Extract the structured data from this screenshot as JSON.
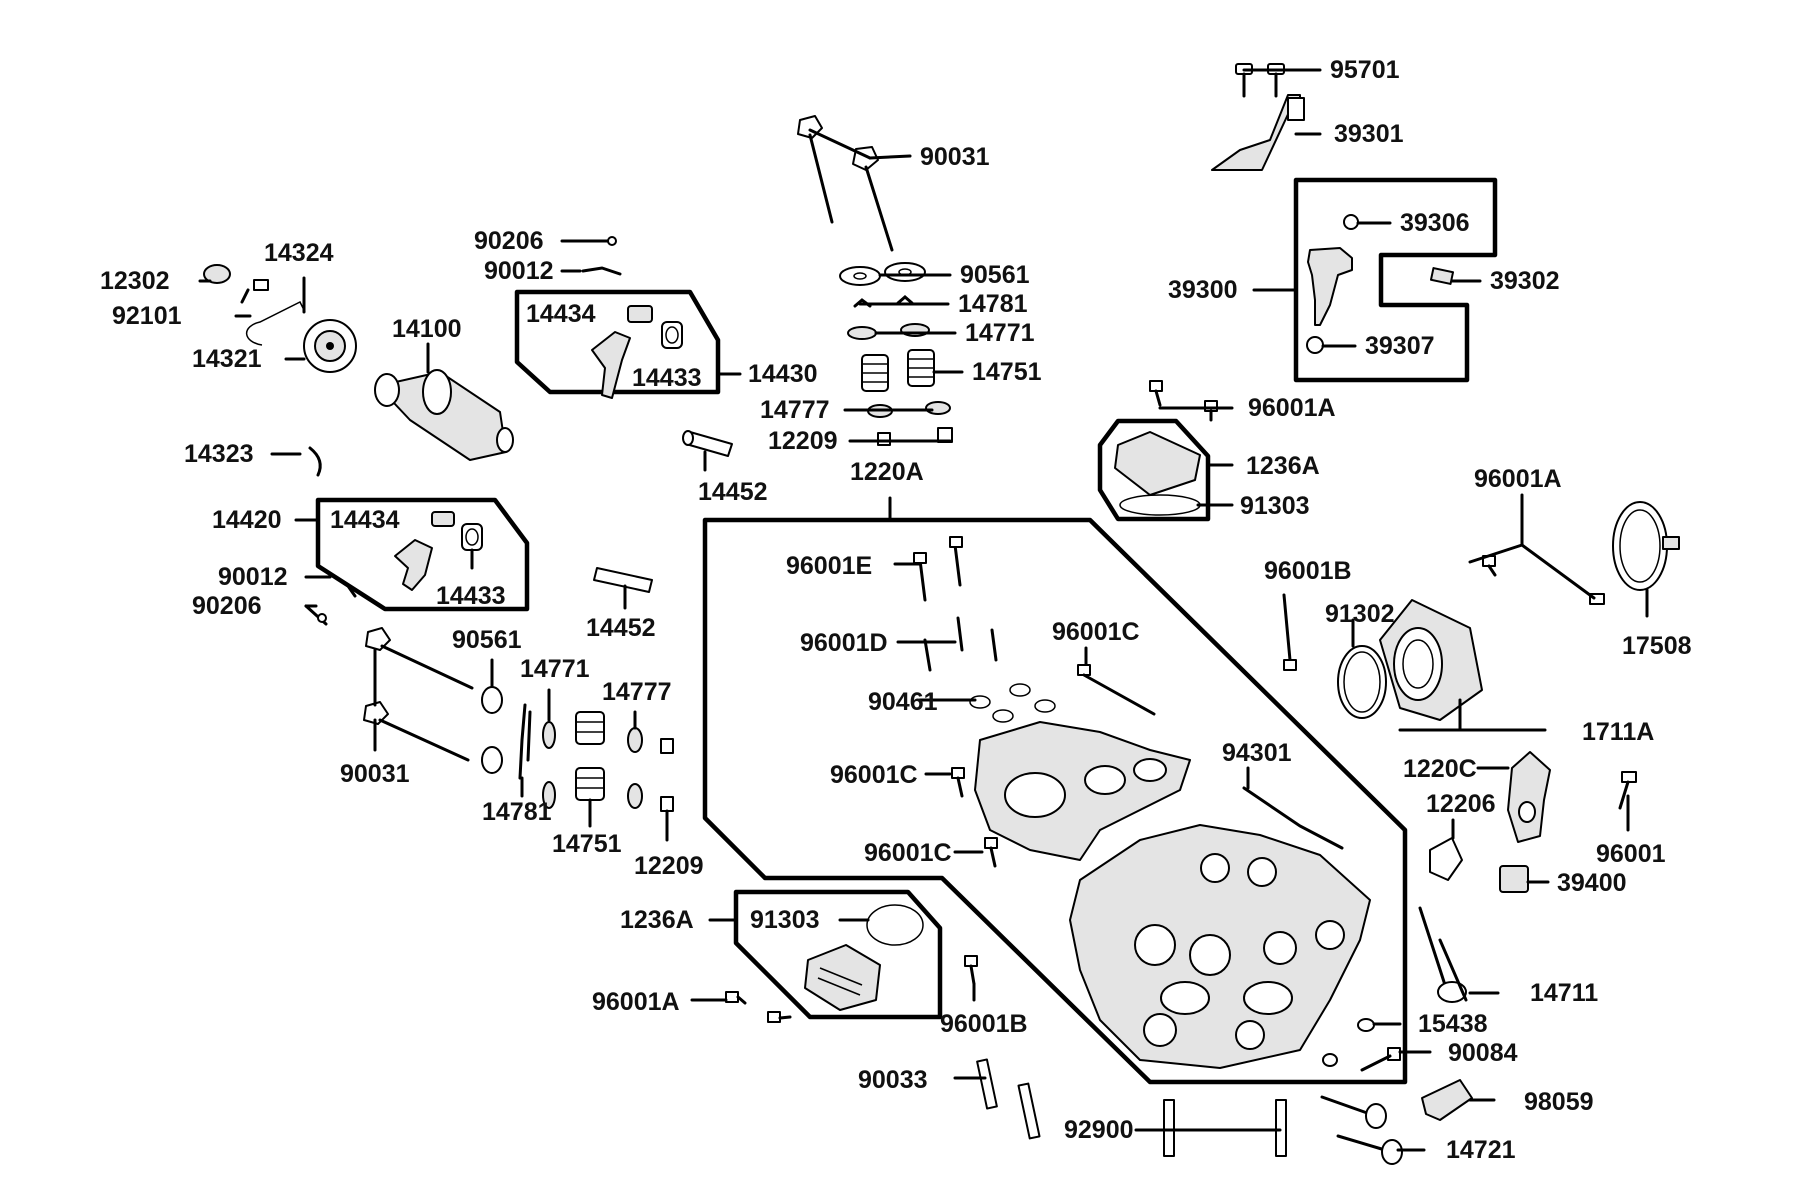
{
  "labels": {
    "l95701": "95701",
    "l39301": "39301",
    "l39306": "39306",
    "l39300": "39300",
    "l39302": "39302",
    "l39307": "39307",
    "l90031a": "90031",
    "l90561a": "90561",
    "l14781a": "14781",
    "l14771a": "14771",
    "l14751a": "14751",
    "l14777a": "14777",
    "l12209a": "12209",
    "l1220A": "1220A",
    "l90206a": "90206",
    "l90012a": "90012",
    "l14434a": "14434",
    "l14433a": "14433",
    "l14430": "14430",
    "l14452a": "14452",
    "l12302": "12302",
    "l14324": "14324",
    "l92101": "92101",
    "l14321": "14321",
    "l14100": "14100",
    "l14323": "14323",
    "l14420": "14420",
    "l14434b": "14434",
    "l14433b": "14433",
    "l90012b": "90012",
    "l90206b": "90206",
    "l14452b": "14452",
    "l90561b": "90561",
    "l14771b": "14771",
    "l14777b": "14777",
    "l90031b": "90031",
    "l14781b": "14781",
    "l14751b": "14751",
    "l12209b": "12209",
    "l96001Aa": "96001A",
    "l1236Aa": "1236A",
    "l91303a": "91303",
    "l96001Ab": "96001A",
    "l17508": "17508",
    "l96001Ba": "96001B",
    "l91302": "91302",
    "l1711A": "1711A",
    "l96001E": "96001E",
    "l96001D": "96001D",
    "l96001Ca": "96001C",
    "l90461": "90461",
    "l96001Cb": "96001C",
    "l94301": "94301",
    "l96001Cc": "96001C",
    "l1220C": "1220C",
    "l12206": "12206",
    "l96001": "96001",
    "l39400": "39400",
    "l1236Ab": "1236A",
    "l91303b": "91303",
    "l96001Ac": "96001A",
    "l96001Bb": "96001B",
    "l14711": "14711",
    "l15438": "15438",
    "l90084": "90084",
    "l90033": "90033",
    "l98059": "98059",
    "l92900": "92900",
    "l14721": "14721"
  }
}
